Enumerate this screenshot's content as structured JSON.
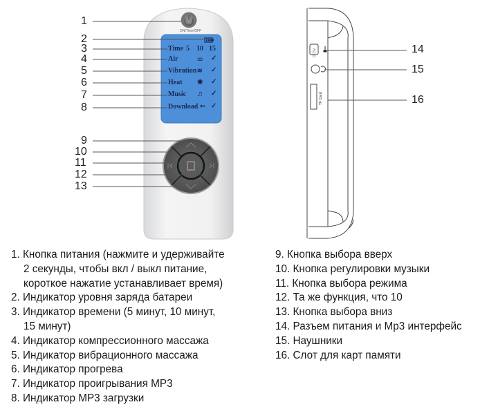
{
  "device_front": {
    "power_label": "ON/Time/OFF",
    "screen": {
      "time_label": "Time",
      "time_options": [
        "5",
        "10",
        "15"
      ],
      "rows": [
        {
          "label": "Air",
          "icon": "air-waves-icon"
        },
        {
          "label": "Vibration",
          "icon": "vibration-waves-icon"
        },
        {
          "label": "Heat",
          "icon": "heat-icon"
        },
        {
          "label": "Music",
          "icon": "music-note-icon"
        },
        {
          "label": "Download",
          "icon": "usb-icon"
        }
      ],
      "check": "✓",
      "colors": {
        "screen": "#4d8fd9",
        "text": "#1a2a55"
      }
    }
  },
  "device_side": {
    "port_label": "DC5V",
    "card_label": "TF Card"
  },
  "callouts": [
    "1",
    "2",
    "3",
    "4",
    "5",
    "6",
    "7",
    "8",
    "9",
    "10",
    "11",
    "12",
    "13",
    "14",
    "15",
    "16"
  ],
  "legend_left": [
    [
      "1. Кнопка питания (нажмите и удерживайте",
      "2 секунды, чтобы вкл / выкл питание,",
      "короткое нажатие устанавливает время)"
    ],
    [
      "2. Индикатор уровня заряда батареи"
    ],
    [
      "3. Индикатор времени (5 минут, 10 минут,",
      "15 минут)"
    ],
    [
      "4. Индикатор компрессионного массажа"
    ],
    [
      "5. Индикатор вибрационного массажа"
    ],
    [
      "6. Индикатор прогрева"
    ],
    [
      "7. Индикатор проигрывания MP3"
    ],
    [
      "8. Индикатор MP3 загрузки"
    ]
  ],
  "legend_right": [
    "9. Кнопка выбора вверх",
    "10. Кнопка регулировки музыки",
    "11. Кнопка выбора режима",
    "12. Та же функция, что 10",
    "13. Кнопка выбора вниз",
    "14. Разъем питания и Mp3 интерфейс",
    "15. Наушники",
    "16. Слот для карт памяти"
  ]
}
